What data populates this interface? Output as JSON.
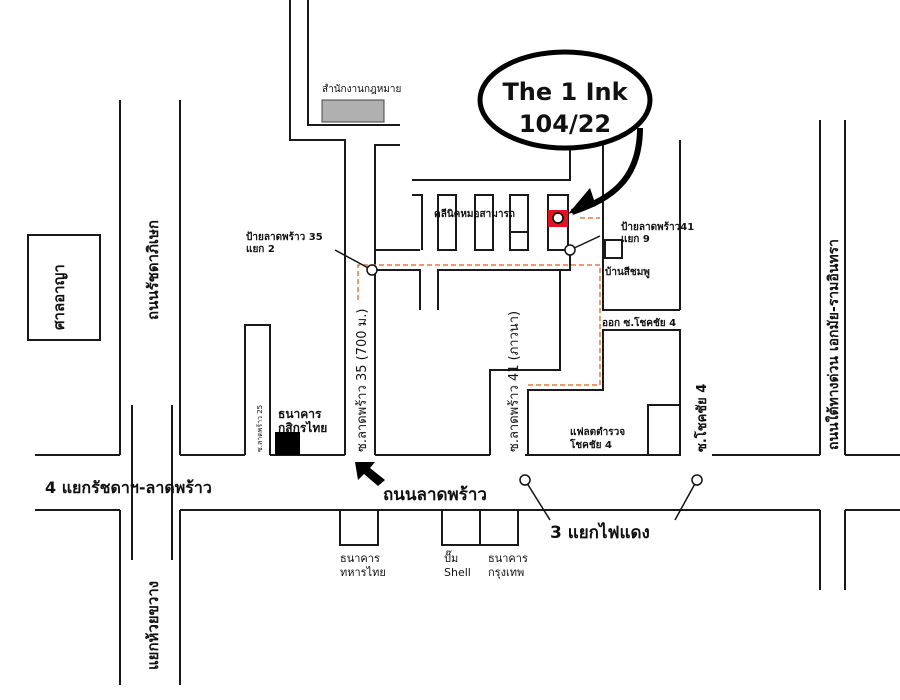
{
  "callout": {
    "line1": "The 1 Ink",
    "line2": "104/22"
  },
  "colors": {
    "route": "#e07a4a",
    "marker": "#e0141e",
    "office": "#b0b0b0",
    "bank": "#000000"
  },
  "labels": {
    "law_office": "สำนักงานกฎหมาย",
    "clinic": "คลีนิคหมอสามารถ",
    "bus_stop_35": "ป้ายลาดพร้าว 35",
    "bus_stop_35_sub": "แยก 2",
    "bus_stop_41": "ป้ายลาดพร้าว41",
    "bus_stop_41_sub": "แยก 9",
    "pink_house": "บ้านสีชมพู",
    "exit_chokchai": "ออก ซ.โชคชัย 4",
    "criminal_court": "ศาลอาญา",
    "ratchadaphisek_rd": "ถนนรัชดาภิเษก",
    "expressway": "ถนนใต้ทางด่วน เอกมัย-รามอินทรา",
    "soi_25": "ซ.ลาดพร้าว 25",
    "kasikorn_1": "ธนาคาร",
    "kasikorn_2": "กสิกรไทย",
    "soi_35": "ซ.ลาดพร้าว 35 (700 ม.)",
    "soi_41": "ซ.ลาดพร้าว 41 (ภาวนา)",
    "police_flat_1": "แฟลตตำรวจ",
    "police_flat_2": "โชคชัย 4",
    "soi_chokchai": "ซ.โชคชัย 4",
    "intersection_4": "4 แยกรัชดาฯ-ลาดพร้าว",
    "lat_phrao_rd": "ถนนลาดพร้าว",
    "intersection_3": "3 แยกไฟแดง",
    "tmb_1": "ธนาคาร",
    "tmb_2": "ทหารไทย",
    "shell_1": "ปั๊ม",
    "shell_2": "Shell",
    "bbl_1": "ธนาคาร",
    "bbl_2": "กรุงเทพ",
    "huai_khwang": "แยกห้วยขวาง"
  }
}
